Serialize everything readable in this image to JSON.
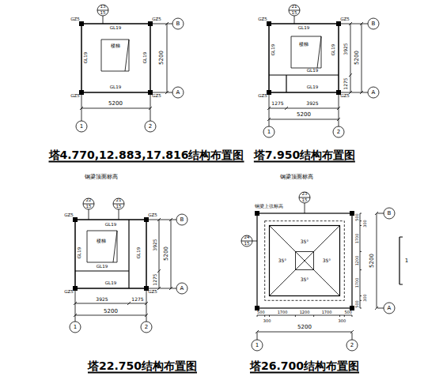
{
  "diagram": {
    "labels": [
      "13",
      "15",
      "GZ5",
      "GZ5",
      "GZ5",
      "GZ5",
      "GL19",
      "GL19",
      "GL19",
      "GL19",
      "楼梯",
      "5200",
      "5200",
      "1",
      "2",
      "B",
      "A",
      "塔4.770,12.883,17.816结构布置图",
      "钢梁顶面标高",
      "21",
      "15",
      "GZ5",
      "GZ5",
      "GZ5",
      "GZ5",
      "GL19",
      "GL19",
      "GL19",
      "GL19",
      "GL19",
      "楼梯",
      "1275",
      "3925",
      "5200",
      "3925",
      "1275",
      "5200",
      "1",
      "2",
      "B",
      "A",
      "塔7.950结构布置图",
      "钢梁顶面标高",
      "22",
      "15",
      "21",
      "15",
      "GZ5",
      "GZ5",
      "GZ5",
      "GZ5",
      "GL19",
      "GL19",
      "GL19",
      "GL19",
      "GL19",
      "楼梯",
      "3925",
      "1275",
      "5200",
      "3925",
      "1275",
      "5200",
      "1",
      "2",
      "B",
      "A",
      "塔22.750结构布置图",
      "23",
      "15",
      "钢梁上弦标高",
      "24",
      "15",
      "35°",
      "35°",
      "35°",
      "35°",
      "500",
      "300",
      "1700",
      "1200",
      "1700",
      "300",
      "500",
      "5200",
      "500",
      "300",
      "1700",
      "1200",
      "1700",
      "300",
      "500",
      "5200",
      "1",
      "2",
      "B",
      "A",
      "1",
      "塔26.700结构布置图"
    ]
  }
}
